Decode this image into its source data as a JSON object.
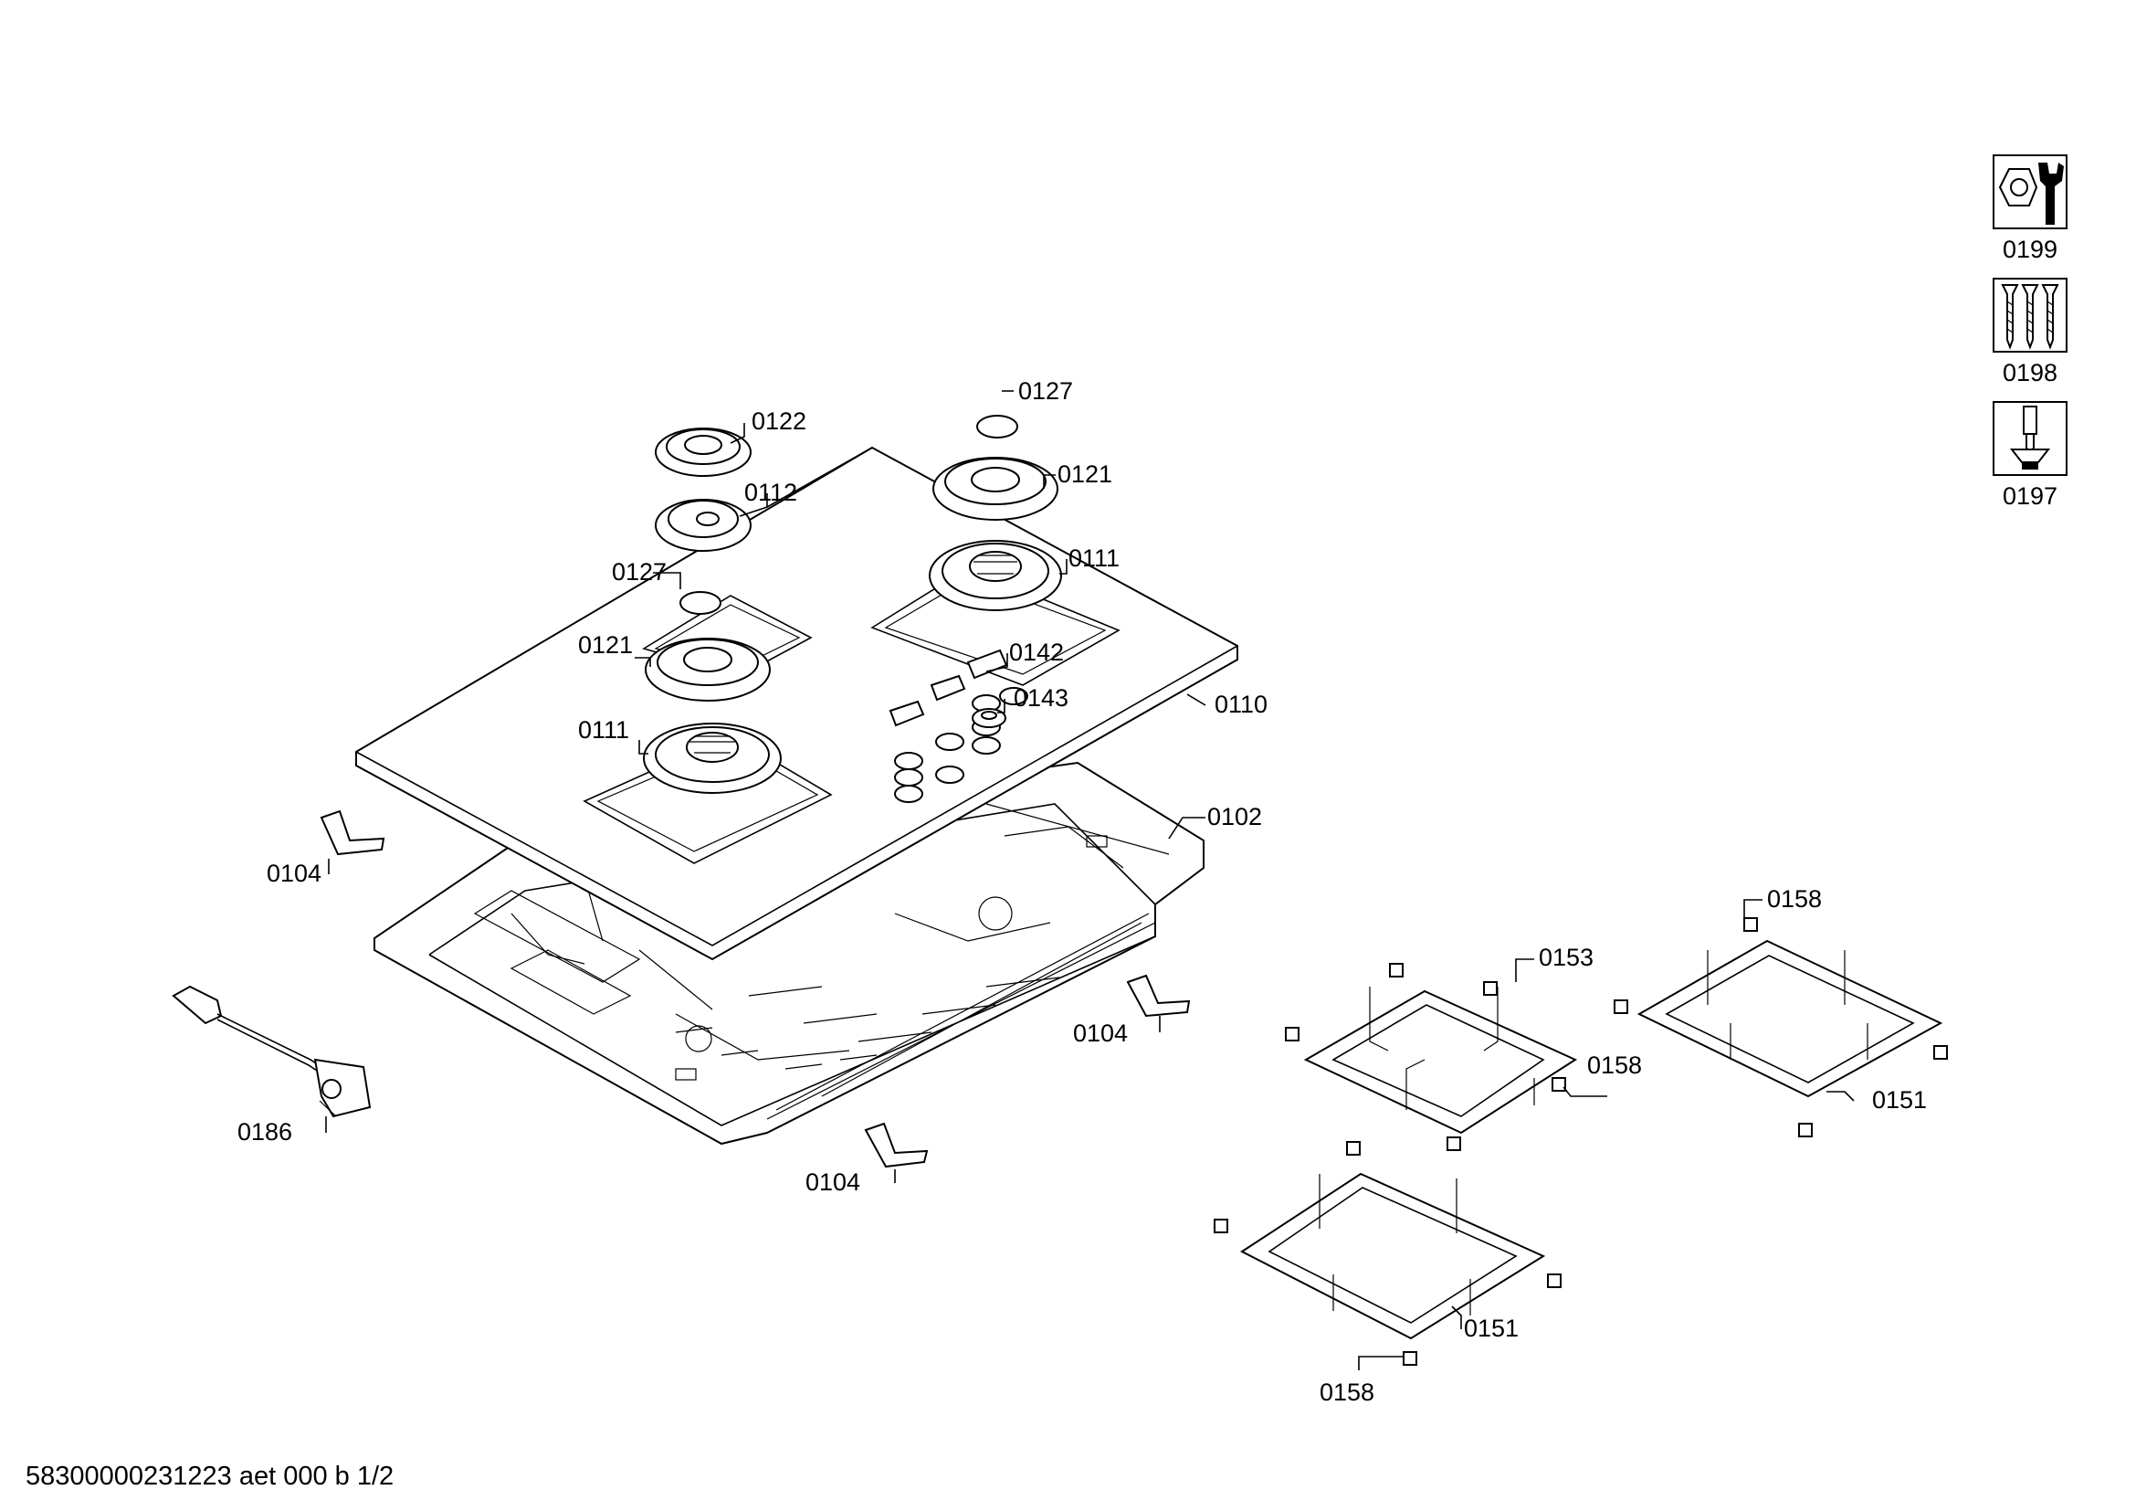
{
  "footer": {
    "document_code": "58300000231223 aet 000 b 1/2"
  },
  "tool_icons": [
    {
      "id": "icon-0199",
      "icon": "nut-wrench-icon",
      "label": "0199"
    },
    {
      "id": "icon-0198",
      "icon": "screws-icon",
      "label": "0198"
    },
    {
      "id": "icon-0197",
      "icon": "screwdriver-icon",
      "label": "0197"
    }
  ],
  "callouts": {
    "c0127a": "0127",
    "c0122": "0122",
    "c0112": "0112",
    "c0121a": "0121",
    "c0127b": "0127",
    "c0111a": "0111",
    "c0121b": "0121",
    "c0142": "0142",
    "c0143": "0143",
    "c0110": "0110",
    "c0111b": "0111",
    "c0102": "0102",
    "c0104a": "0104",
    "c0104b": "0104",
    "c0104c": "0104",
    "c0186": "0186",
    "c0158a": "0158",
    "c0153": "0153",
    "c0158b": "0158",
    "c0151a": "0151",
    "c0151b": "0151",
    "c0158c": "0158"
  }
}
